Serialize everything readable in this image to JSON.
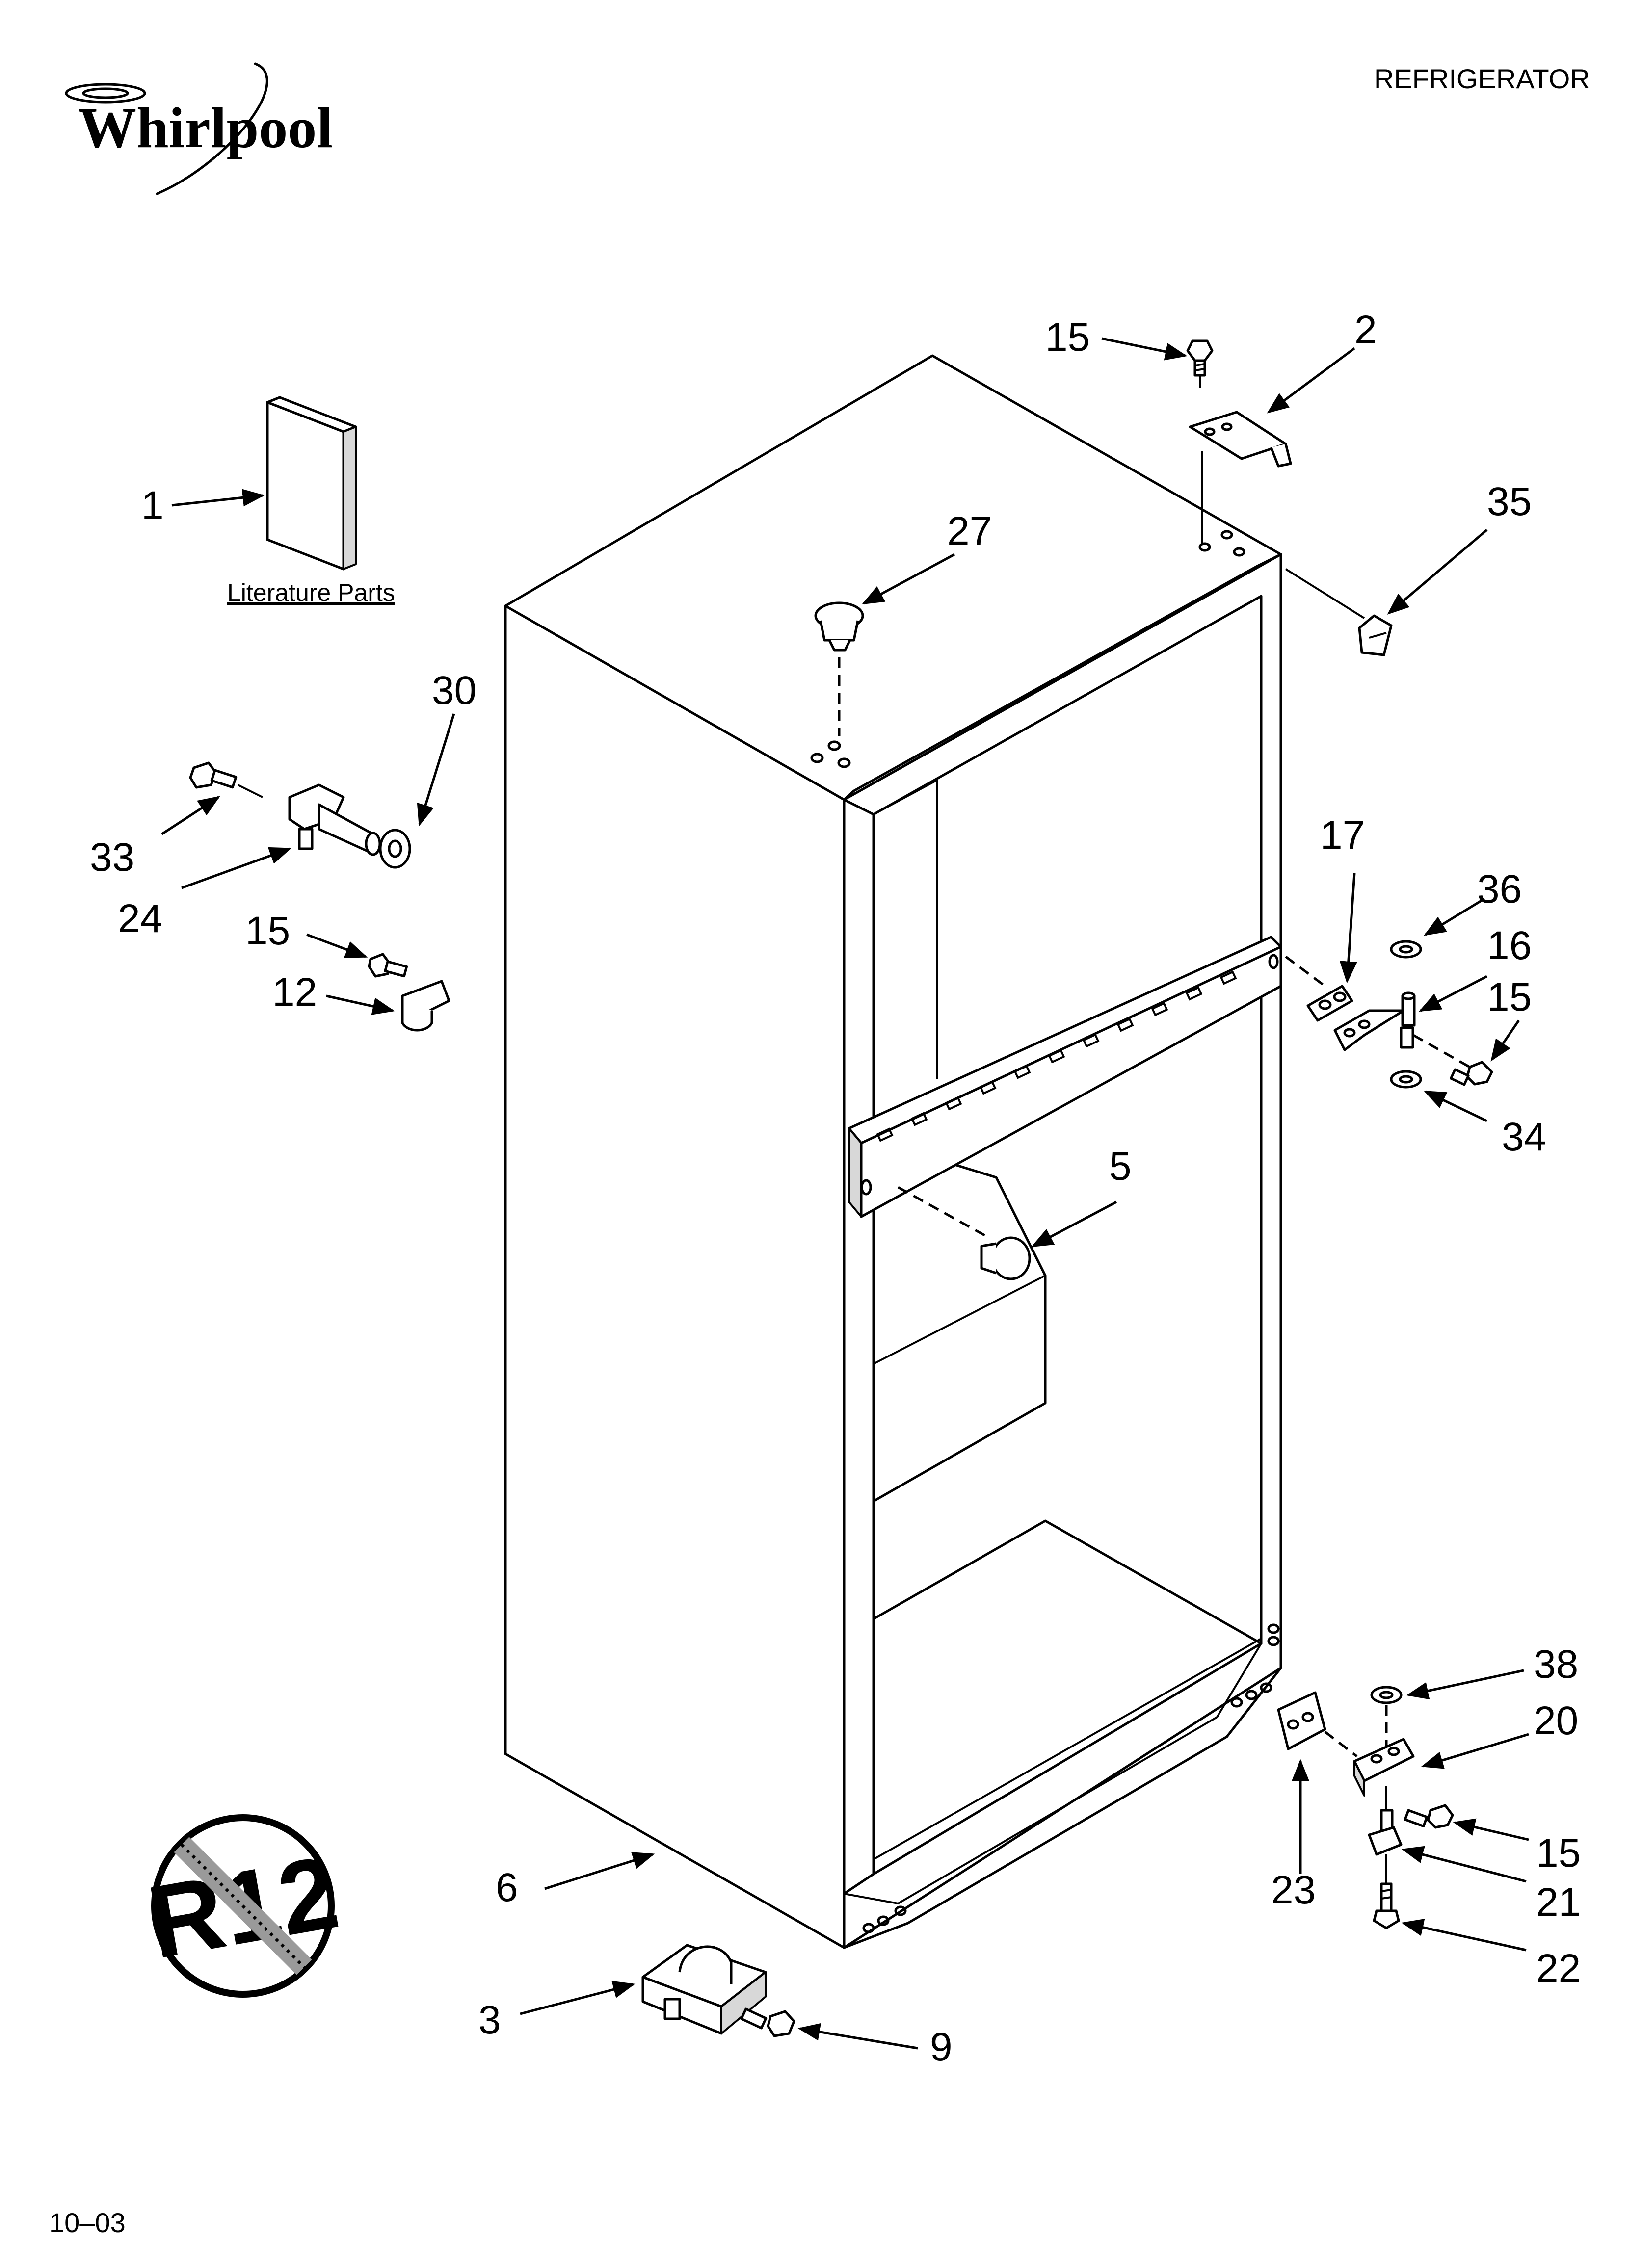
{
  "brand": "Whirlpool",
  "header": {
    "product": "REFRIGERATOR"
  },
  "footer": {
    "date_code": "10–03"
  },
  "literature_caption": "Literature Parts",
  "r12_badge": "R12",
  "colors": {
    "ink": "#000000",
    "paper": "#ffffff",
    "part_fill": "#d8d8d8"
  },
  "callouts": {
    "c1": "1",
    "c2": "2",
    "c3": "3",
    "c5": "5",
    "c6": "6",
    "c9": "9",
    "c12": "12",
    "c15a": "15",
    "c15b": "15",
    "c15c": "15",
    "c15d": "15",
    "c16": "16",
    "c17": "17",
    "c20": "20",
    "c21": "21",
    "c22": "22",
    "c23": "23",
    "c24": "24",
    "c27": "27",
    "c30": "30",
    "c33": "33",
    "c34": "34",
    "c35": "35",
    "c36": "36",
    "c38": "38"
  }
}
